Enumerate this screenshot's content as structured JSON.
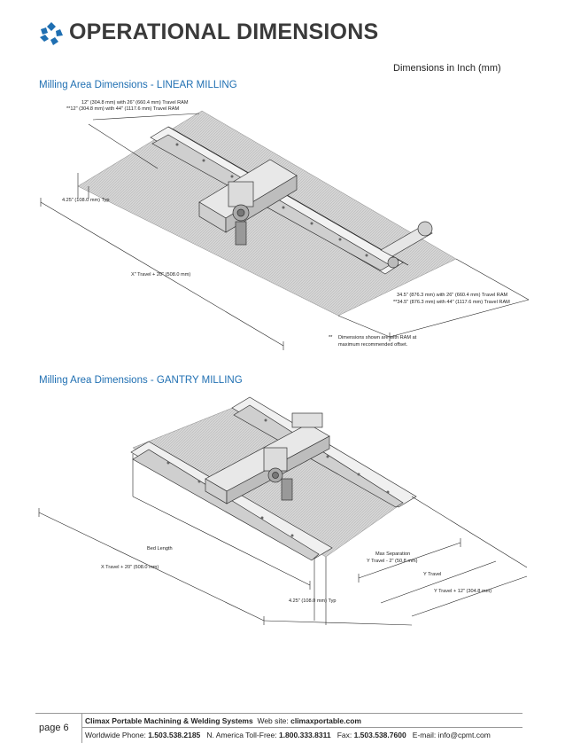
{
  "header": {
    "title": "OPERATIONAL DIMENSIONS",
    "units_note": "Dimensions in Inch (mm)",
    "logo_icon": "climax-logo-icon",
    "brand_color": "#1f6fb2"
  },
  "linear": {
    "title": "Milling Area Dimensions - LINEAR MILLING",
    "ram_note_1": "12\" (304.8 mm) with 26\" (660.4 mm) Travel RAM",
    "ram_note_2": "**12\" (304.8 mm) with 44\" (1117.6 mm) Travel RAM",
    "typ_dim": "4.25\" (108.0 mm) Typ",
    "x_travel": "X\" Travel + 20\" (508.0 mm)",
    "width_note_1": "34.5\" (876.3 mm) with 26\" (660.4 mm) Travel RAM",
    "width_note_2": "**34.5\" (876.3 mm) with 44\" (1117.6 mm) Travel RAM",
    "footnote_mark": "**",
    "footnote_line_1": "Dimensions shown are with RAM at",
    "footnote_line_2": "maximum recommended offset."
  },
  "gantry": {
    "title": "Milling Area Dimensions - GANTRY MILLING",
    "bed_length": "Bed Length",
    "x_travel": "X Travel + 20\" (508.0 mm)",
    "max_sep": "Max Separation",
    "y_minus": "Y Travel - 2\" (50.8 mm)",
    "y_travel": "Y Travel",
    "y_plus": "Y Travel + 12\" (304.8 mm)",
    "typ_dim": "4.25\" (108.0 mm) Typ"
  },
  "footer": {
    "page_label": "page 6",
    "company": "Climax Portable Machining & Welding Systems",
    "website_label": "Web site:",
    "website": "climaxportable.com",
    "ww_label": "Worldwide Phone:",
    "ww_phone": "1.503.538.2185",
    "na_label": "N. America Toll-Free:",
    "na_phone": "1.800.333.8311",
    "fax_label": "Fax:",
    "fax": "1.503.538.7600",
    "email_label": "E-mail:",
    "email": "info@cpmt.com"
  }
}
